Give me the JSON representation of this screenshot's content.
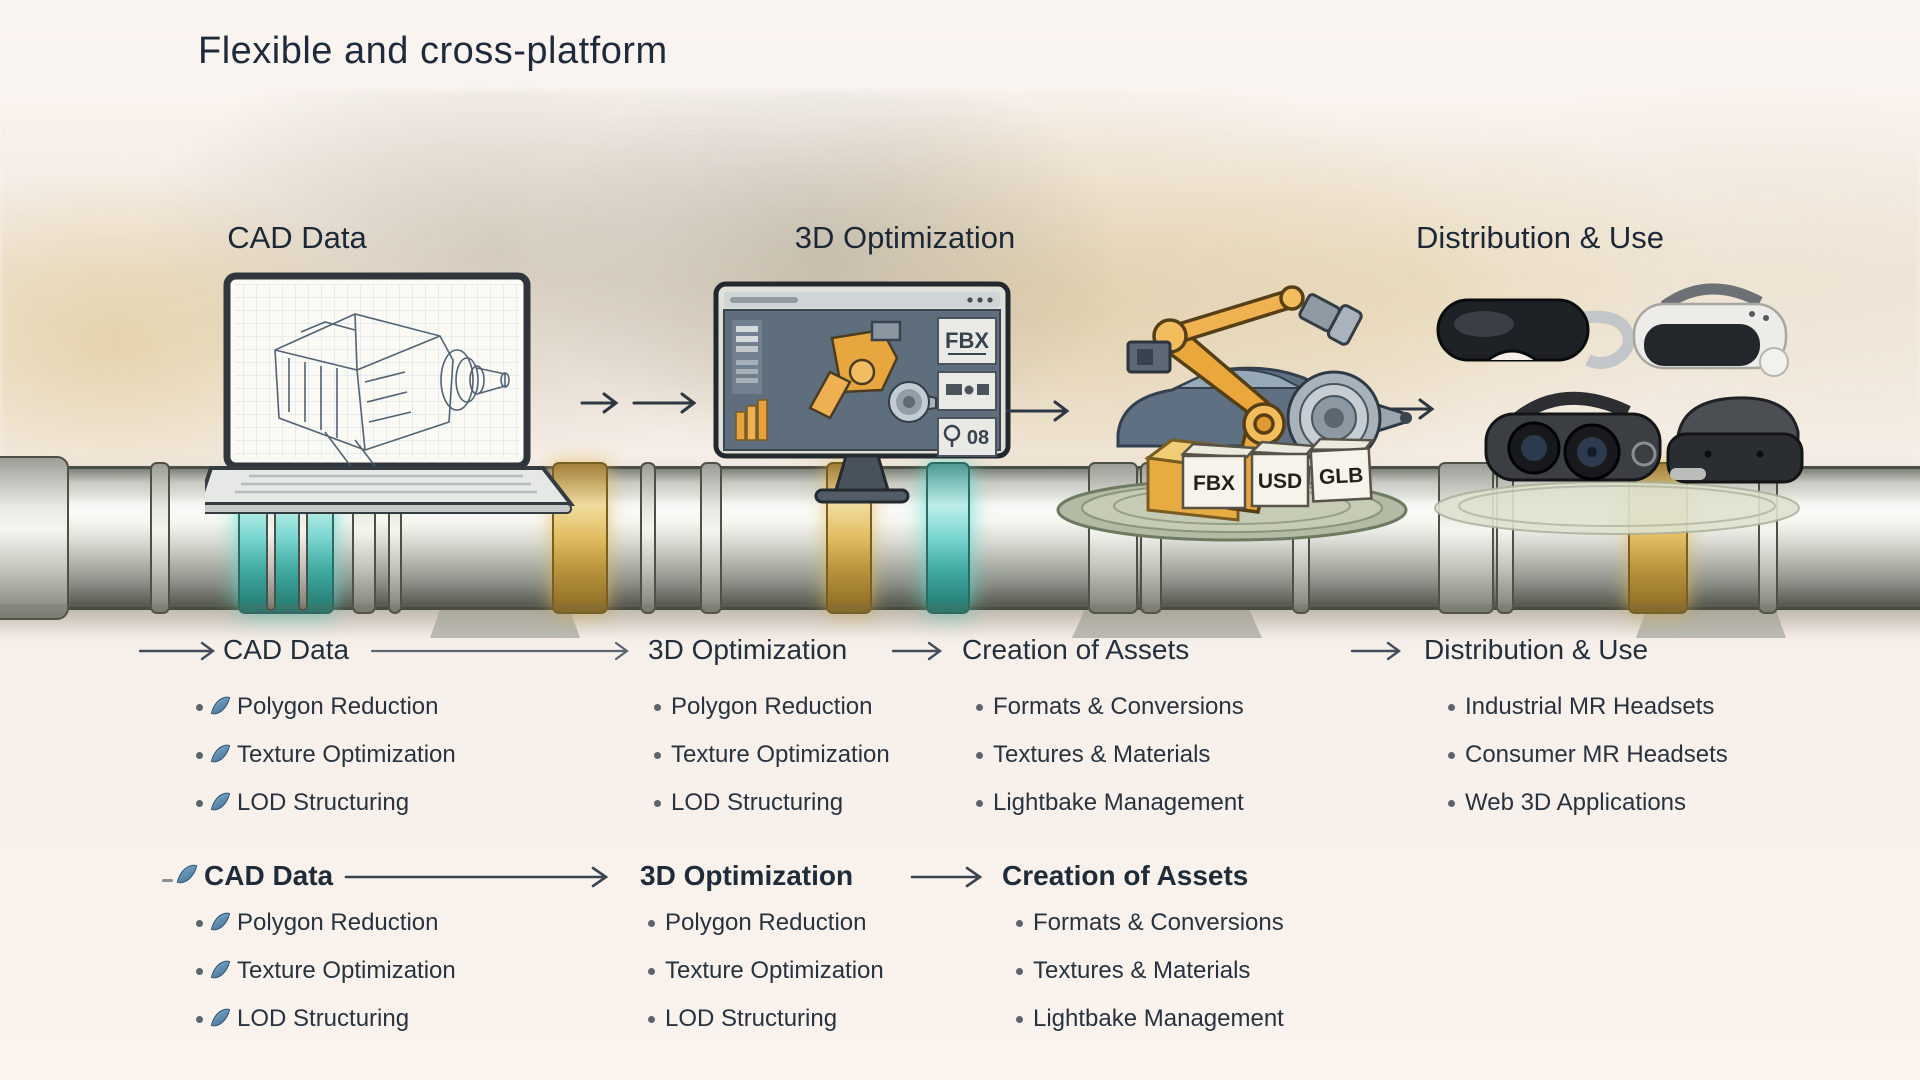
{
  "title": "Flexible and cross-platform",
  "stages": [
    {
      "label": "CAD Data"
    },
    {
      "label": "3D Optimization"
    },
    {
      "label": "Distribution & Use"
    }
  ],
  "illustrations": {
    "monitor": {
      "format_label": "FBX",
      "counter": "08"
    },
    "format_boxes": [
      "FBX",
      "USD",
      "GLB"
    ]
  },
  "flow_rows": [
    {
      "columns": [
        {
          "title": "CAD Data",
          "items": [
            "Polygon Reduction",
            "Texture Optimization",
            "LOD Structuring"
          ]
        },
        {
          "title": "3D Optimization",
          "items": [
            "Polygon Reduction",
            "Texture Optimization",
            "LOD Structuring"
          ]
        },
        {
          "title": "Creation of Assets",
          "items": [
            "Formats & Conversions",
            "Textures & Materials",
            "Lightbake Management"
          ]
        },
        {
          "title": "Distribution & Use",
          "items": [
            "Industrial MR Headsets",
            "Consumer MR Headsets",
            "Web 3D Applications"
          ]
        }
      ]
    },
    {
      "columns": [
        {
          "title": "CAD Data",
          "items": [
            "Polygon Reduction",
            "Texture Optimization",
            "LOD Structuring"
          ]
        },
        {
          "title": "3D Optimization",
          "items": [
            "Polygon Reduction",
            "Texture Optimization",
            "LOD Structuring"
          ]
        },
        {
          "title": "Creation of Assets",
          "items": [
            "Formats & Conversions",
            "Textures & Materials",
            "Lightbake Management"
          ]
        }
      ]
    }
  ],
  "icons": {
    "bullet": "dot",
    "cad_bullet": "blue-leaf",
    "flow_arrow": "thin-right-arrow"
  },
  "colors": {
    "background": "#f8f1ec",
    "text": "#222f3d",
    "accent_teal": "#57c2b9",
    "accent_gold": "#d9af52",
    "leaf_blue": "#4d82a8",
    "robot_orange": "#eaa83c"
  }
}
